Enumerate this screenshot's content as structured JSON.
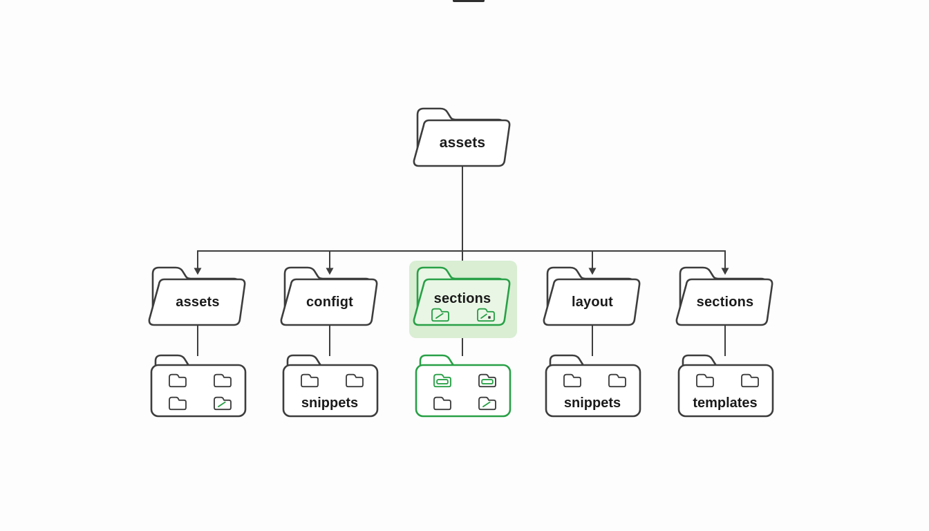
{
  "colors": {
    "outline": "#3d3d3d",
    "text": "#1a1a1a",
    "accent_green": "#28a046",
    "highlight_bg": "#d9eed3",
    "green_fill": "#e9f6e5",
    "background": "#fdfdfd"
  },
  "tree": {
    "root": {
      "label": "assets",
      "icon": "open-folder-icon"
    },
    "children": [
      {
        "label": "assets",
        "highlighted": false,
        "icon": "open-folder-icon",
        "child": {
          "kind": "folder-grid",
          "icons": [
            "folder-icon",
            "folder-icon",
            "folder-icon",
            "folder-slash-icon"
          ]
        }
      },
      {
        "label": "configt",
        "highlighted": false,
        "icon": "open-folder-icon",
        "child": {
          "kind": "labeled-folder",
          "label": "snippets",
          "icons": [
            "folder-icon",
            "folder-icon"
          ]
        }
      },
      {
        "label": "sections",
        "highlighted": true,
        "icon": "open-folder-icon",
        "icons": [
          "folder-slash-icon",
          "folder-slash-dot-icon"
        ],
        "child": {
          "kind": "folder-grid",
          "highlighted": true,
          "icons": [
            "folder-bar-green-icon",
            "folder-bar-icon",
            "folder-icon",
            "folder-slash-icon"
          ]
        }
      },
      {
        "label": "layout",
        "highlighted": false,
        "icon": "open-folder-icon",
        "child": {
          "kind": "labeled-folder",
          "label": "snippets",
          "icons": [
            "folder-icon",
            "folder-icon"
          ]
        }
      },
      {
        "label": "sections",
        "highlighted": false,
        "icon": "open-folder-icon",
        "child": {
          "kind": "labeled-folder",
          "label": "templates",
          "icons": [
            "folder-icon",
            "folder-icon"
          ]
        }
      }
    ]
  }
}
